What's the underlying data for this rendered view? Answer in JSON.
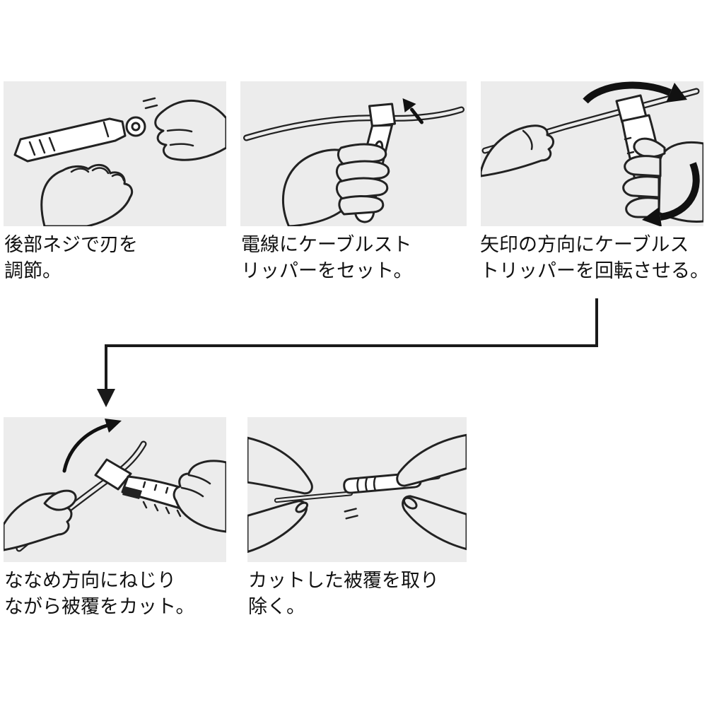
{
  "palette": {
    "page_bg": "#ffffff",
    "panel_bg": "#ececec",
    "ink": "#111111"
  },
  "steps": [
    {
      "id": 1,
      "caption": "後部ネジで刃を\n調節。",
      "illustration": "adjust-blade-rear-screw-illustration"
    },
    {
      "id": 2,
      "caption": "電線にケーブルスト\nリッパーをセット。",
      "illustration": "set-stripper-on-wire-illustration"
    },
    {
      "id": 3,
      "caption": "矢印の方向にケーブルス\nトリッパーを回転させる。",
      "illustration": "rotate-stripper-illustration"
    },
    {
      "id": 4,
      "caption": "ななめ方向にねじり\nながら被覆をカット。",
      "illustration": "twist-and-cut-sheath-illustration"
    },
    {
      "id": 5,
      "caption": "カットした被覆を取り\n除く。",
      "illustration": "remove-cut-sheath-illustration"
    }
  ],
  "connector": {
    "name": "flow-arrow-step3-to-step4"
  }
}
